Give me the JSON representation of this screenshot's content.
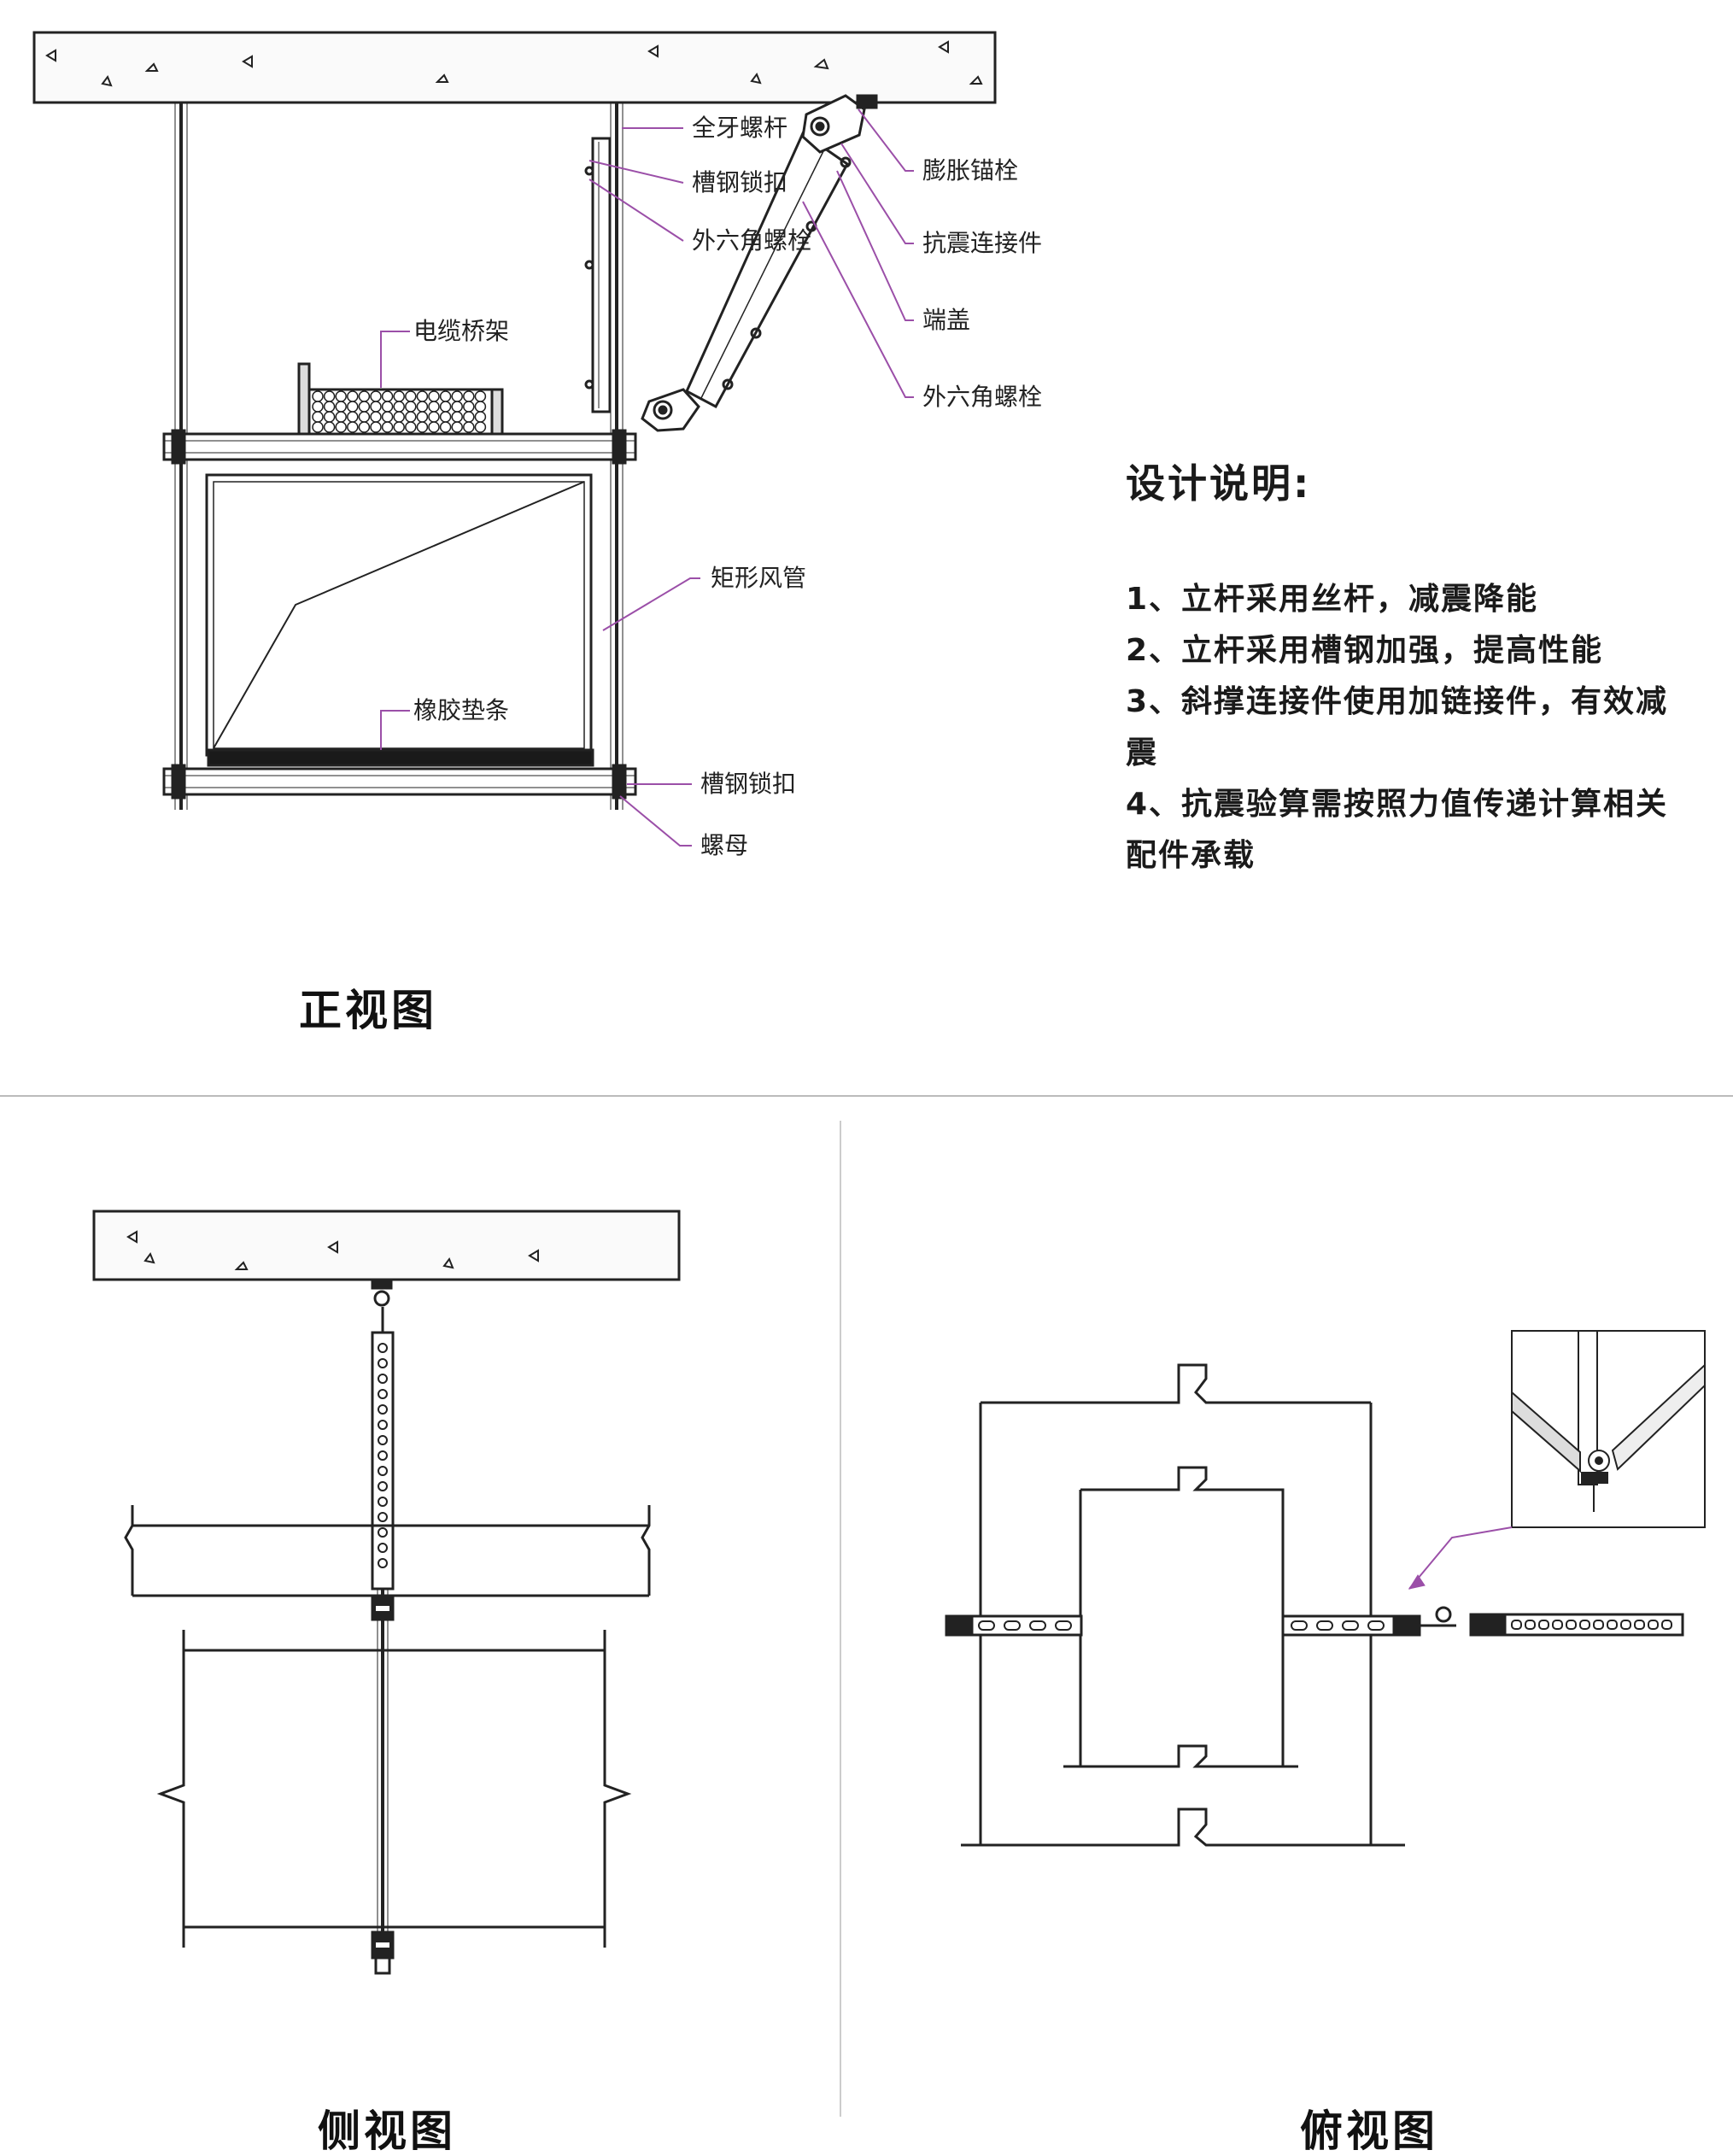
{
  "front_view": {
    "title": "正视图",
    "callouts": {
      "full_thread_rod": "全牙螺杆",
      "channel_lock_top": "槽钢锁扣",
      "hex_bolt_left": "外六角螺栓",
      "expansion_anchor": "膨胀锚栓",
      "seismic_connector": "抗震连接件",
      "end_cap": "端盖",
      "hex_bolt_right": "外六角螺栓",
      "cable_tray": "电缆桥架",
      "rect_duct": "矩形风管",
      "rubber_strip": "橡胶垫条",
      "channel_lock_bottom": "槽钢锁扣",
      "nut": "螺母"
    }
  },
  "design_notes": {
    "title": "设计说明:",
    "items": [
      "1、立杆采用丝杆，减震降能",
      "2、立杆采用槽钢加强，提高性能",
      "3、斜撑连接件使用加链接件，有效减震",
      "4、抗震验算需按照力值传递计算相关配件承载"
    ]
  },
  "side_view": {
    "title": "侧视图"
  },
  "top_view": {
    "title": "俯视图"
  },
  "colors": {
    "leader_line": "#9b4fa8",
    "line": "#222222",
    "divider": "#bbbbbb"
  }
}
